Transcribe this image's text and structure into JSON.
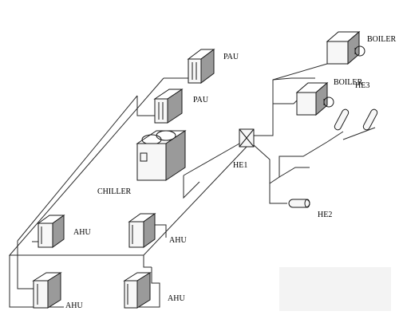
{
  "labels": {
    "pau_top": "PAU",
    "pau_mid": "PAU",
    "boiler_top": "BOILER",
    "boiler_bottom": "BOILER",
    "he3": "HE3",
    "he1": "HE1",
    "he2": "HE2",
    "chiller": "CHILLER",
    "ahu_mid_left": "AHU",
    "ahu_mid_right": "AHU",
    "ahu_bottom_left": "AHU",
    "ahu_bottom_right": "AHU"
  }
}
